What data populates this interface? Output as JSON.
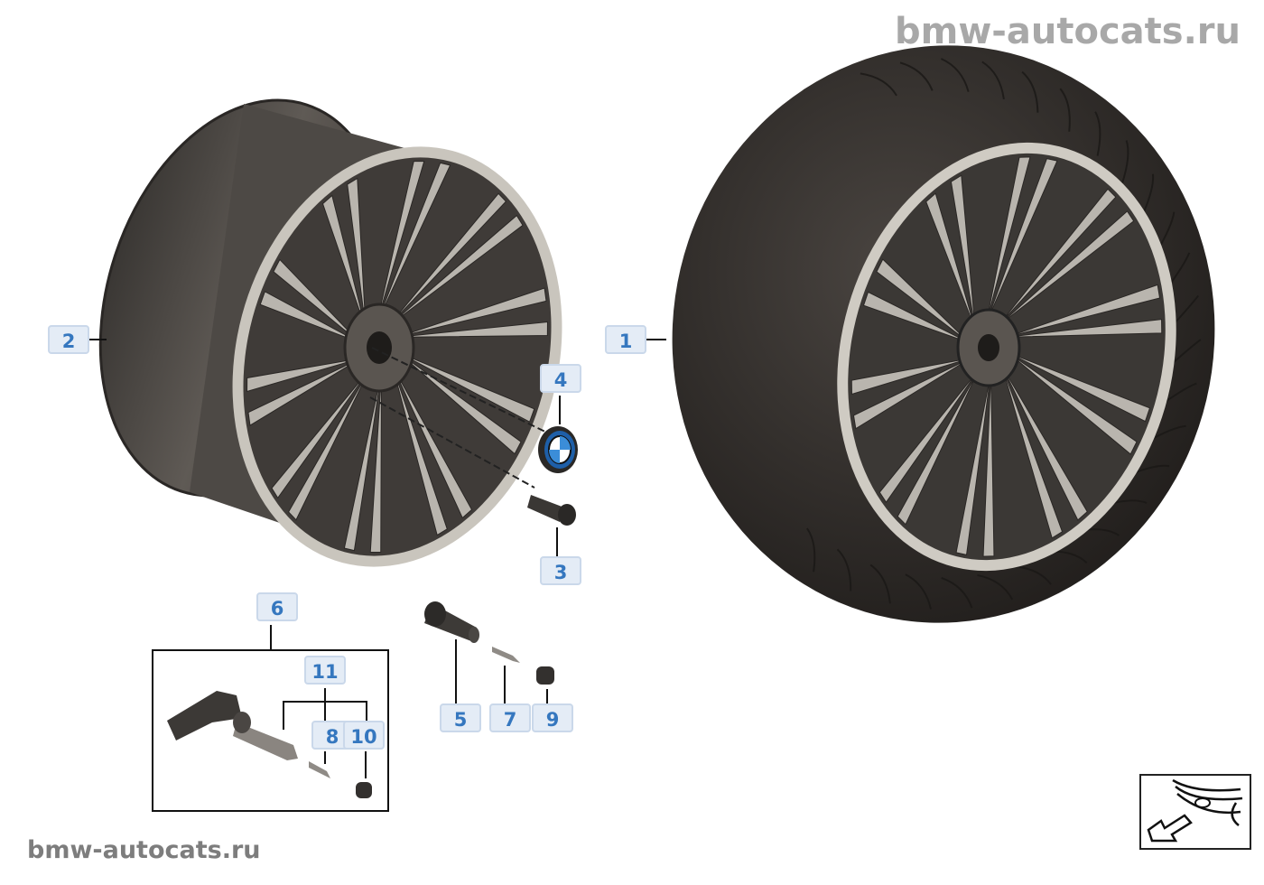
{
  "watermark_top": "bmw-autocats.ru",
  "watermark_bottom": "bmw-autocats.ru",
  "callouts": [
    {
      "id": "1",
      "label": "1"
    },
    {
      "id": "2",
      "label": "2"
    },
    {
      "id": "3",
      "label": "3"
    },
    {
      "id": "4",
      "label": "4"
    },
    {
      "id": "5",
      "label": "5"
    },
    {
      "id": "6",
      "label": "6"
    },
    {
      "id": "7",
      "label": "7"
    },
    {
      "id": "8",
      "label": "8"
    },
    {
      "id": "9",
      "label": "9"
    },
    {
      "id": "10",
      "label": "10"
    },
    {
      "id": "11",
      "label": "11"
    }
  ],
  "colors": {
    "badge_text": "#3577bf",
    "badge_bg": "#e4ecf6",
    "tire": "#2e2b28",
    "rim": "#4a4642",
    "spoke_face": "#b9b5ae"
  },
  "nav_icon": "car-front-arrow-icon"
}
